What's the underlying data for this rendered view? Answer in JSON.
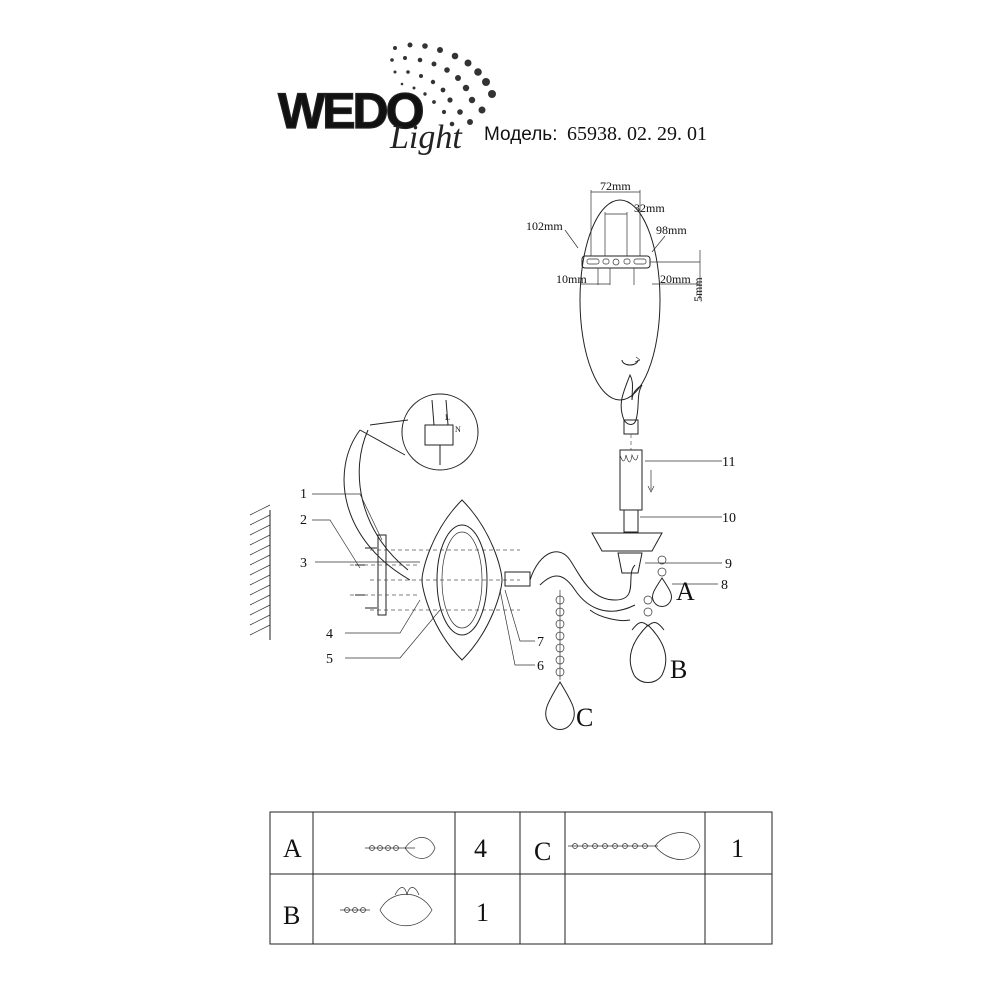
{
  "header": {
    "brand": "WEDO Light",
    "model_label": "Модель:",
    "model_number": "65938. 02. 29. 01"
  },
  "dimensions": {
    "d72": "72mm",
    "d32": "32mm",
    "d102": "102mm",
    "d98": "98mm",
    "d10": "10mm",
    "d20": "20mm",
    "d5": "5mm"
  },
  "wiring_labels": {
    "l": "L",
    "n": "N"
  },
  "callouts": [
    "1",
    "2",
    "3",
    "4",
    "5",
    "6",
    "7",
    "8",
    "9",
    "10",
    "11"
  ],
  "pendant_labels": {
    "a": "A",
    "b": "B",
    "c": "C"
  },
  "parts_table": {
    "rows": [
      [
        {
          "code": "A",
          "qty": "4"
        },
        {
          "code": "C",
          "qty": "1"
        }
      ],
      [
        {
          "code": "B",
          "qty": "1"
        },
        {
          "code": "",
          "qty": ""
        }
      ]
    ]
  }
}
